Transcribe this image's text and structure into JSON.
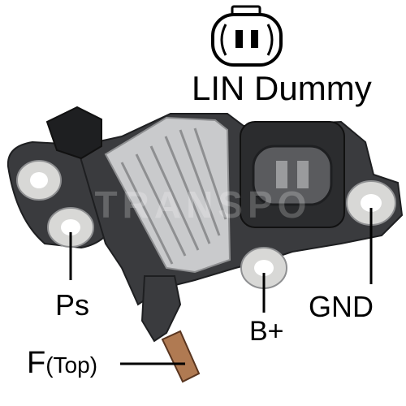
{
  "labels": {
    "lin_dummy": "LIN Dummy",
    "ps": "Ps",
    "b_plus": "B+",
    "gnd": "GND",
    "f": "F",
    "f_sub": "(Top)"
  },
  "watermark": "TRANSPO",
  "colors": {
    "housing": "#3a3b3e",
    "housing_dark": "#1e1f21",
    "heatsink": "#c9cacc",
    "terminal_ring": "#d8d8d6",
    "brush": "#b07a52",
    "label_text": "#000000"
  },
  "icons": [
    "connector-pinout-icon"
  ]
}
